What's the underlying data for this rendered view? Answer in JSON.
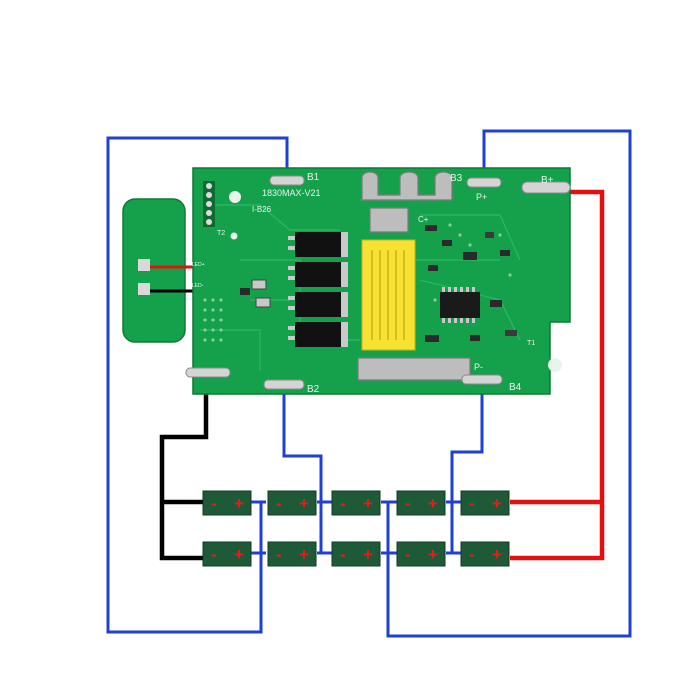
{
  "board": {
    "model": "1830MAX-V21",
    "code": "I-B26",
    "pads": [
      "B1",
      "B3",
      "B+",
      "B2",
      "B4"
    ],
    "pad_b_plus": "P+",
    "pad_b_minus": "P-",
    "sense_label": "T2",
    "thermistor_label": "T1",
    "cap_label": "C+",
    "small_pads": [
      "LED+",
      "LED-"
    ]
  },
  "cells": {
    "minus": "-",
    "plus": "+"
  },
  "colors": {
    "pcb": "#15a04c",
    "wire_balance": "#1f3fd6",
    "wire_positive": "#e60f0f",
    "wire_negative": "#000000",
    "cell": "#1f5a38",
    "connector": "#f7e233"
  }
}
